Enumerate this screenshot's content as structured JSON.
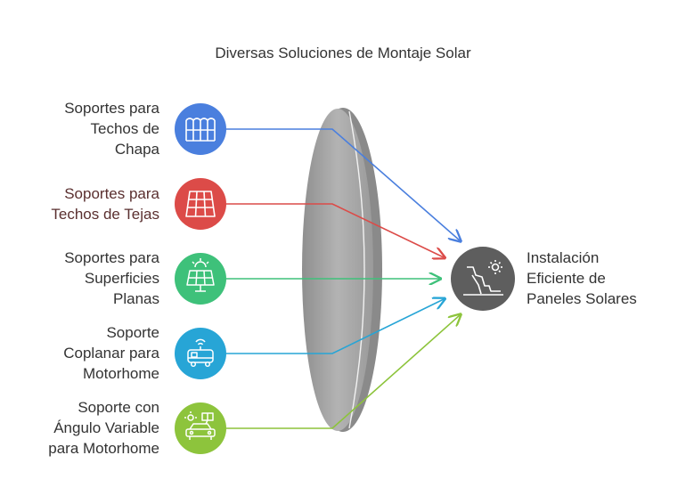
{
  "title": "Diversas Soluciones de Montaje Solar",
  "sources": [
    {
      "label": "Soportes para\nTechos de\nChapa",
      "icon": "metal-roof-icon",
      "color": "#4a7fde",
      "text_color": "#333333"
    },
    {
      "label": "Soportes para\nTechos de Tejas",
      "icon": "tile-roof-icon",
      "color": "#dc4b48",
      "text_color": "#5a2f2f"
    },
    {
      "label": "Soportes para\nSuperficies\nPlanas",
      "icon": "solar-panel-sun-icon",
      "color": "#3ec17a",
      "text_color": "#333333"
    },
    {
      "label": "Soporte\nCoplanar para\nMotorhome",
      "icon": "motorhome-icon",
      "color": "#27a5d6",
      "text_color": "#333333"
    },
    {
      "label": "Soporte con\nÁngulo Variable\npara Motorhome",
      "icon": "car-solar-icon",
      "color": "#8dc43c",
      "text_color": "#333333"
    }
  ],
  "target": {
    "label": "Instalación\nEficiente de\nPaneles Solares",
    "icon": "landscape-sun-icon",
    "color": "#5e5e5e"
  }
}
